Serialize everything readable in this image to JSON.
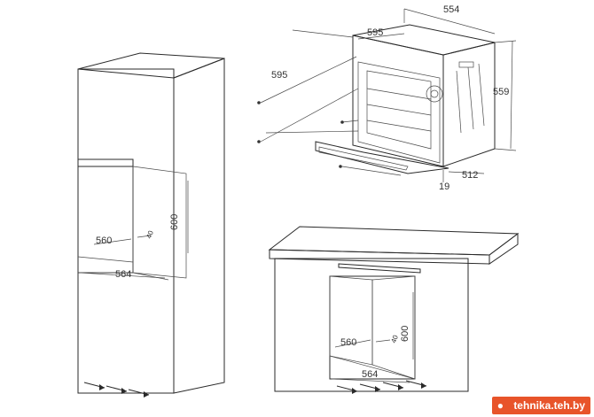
{
  "diagram": {
    "oven": {
      "width": "595",
      "depth_top": "554",
      "height_side": "559",
      "front_height": "595",
      "door_thickness": "19",
      "body_depth": "512"
    },
    "column_niche": {
      "width": "560",
      "depth": "564",
      "height": "600",
      "gap": "40"
    },
    "counter_niche": {
      "width": "560",
      "depth": "564",
      "height": "600",
      "gap": "40"
    }
  },
  "watermark": {
    "text": "tehnika.teh.by",
    "color": "#e8542a"
  }
}
